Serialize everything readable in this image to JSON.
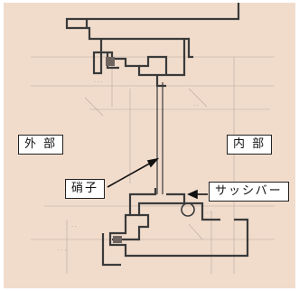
{
  "labels": {
    "outside": "外 部",
    "inside": "内 部",
    "glass": "硝子",
    "sash_bar": "サッシバー"
  },
  "colors": {
    "paper": "#f1dccc",
    "ink": "#3a3a3a",
    "faint_ink": "#a99890",
    "label_bg": "#ffffff"
  }
}
